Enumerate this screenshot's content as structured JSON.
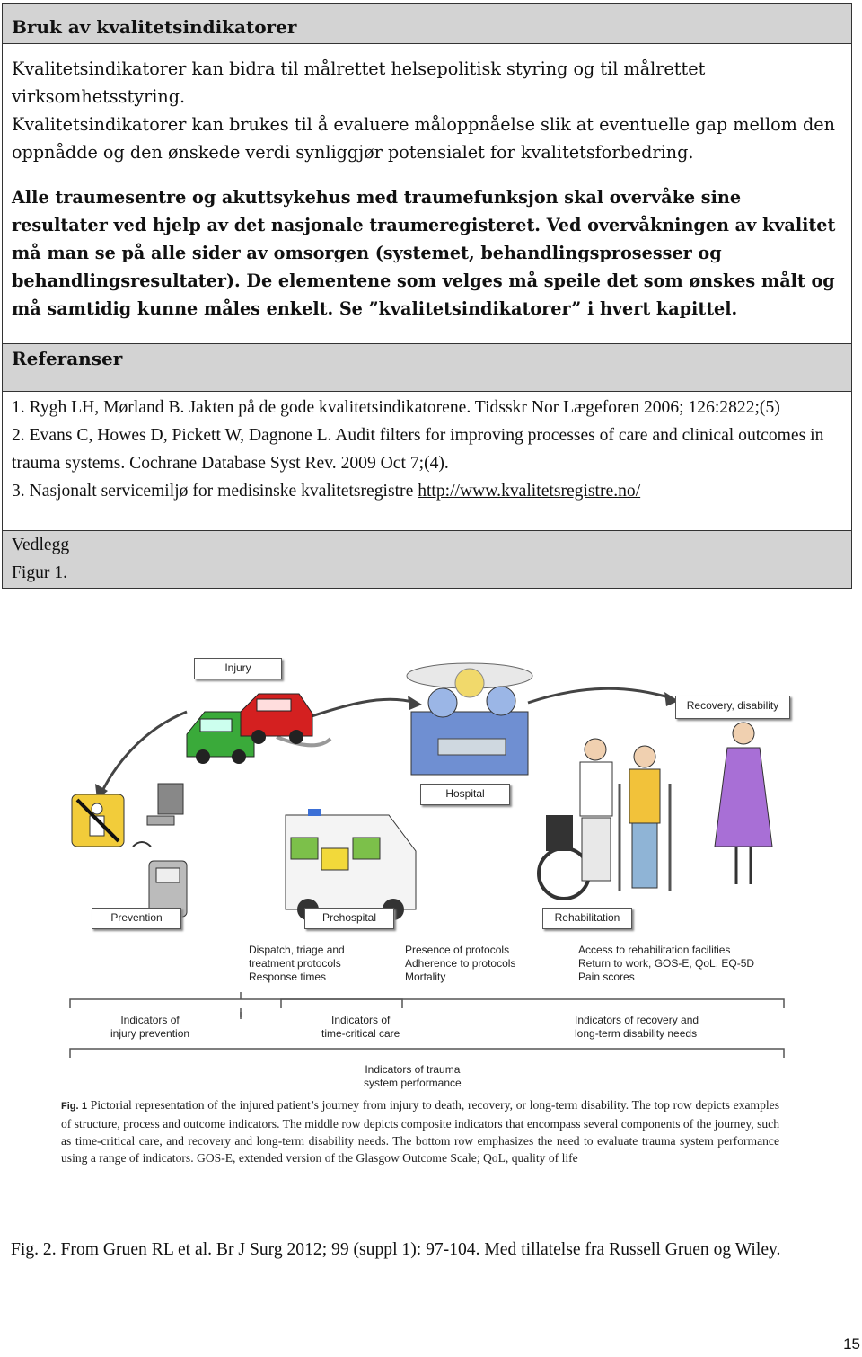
{
  "table": {
    "title": "Bruk av kvalitetsindikatorer",
    "p1": "Kvalitetsindikatorer kan bidra til målrettet helsepolitisk styring og til målrettet virksomhetsstyring.",
    "p2": "Kvalitetsindikatorer kan brukes til å evaluere måloppnåelse slik at eventuelle gap mellom den oppnådde og den ønskede verdi synliggjør potensialet for kvalitetsforbedring.",
    "p3": "Alle traumesentre og akuttsykehus med traumefunksjon skal overvåke sine resultater ved hjelp av det nasjonale traumeregisteret. Ved overvåkningen av kvalitet må man se på alle sider av omsorgen (systemet, behandlingsprosesser og behandlingsresultater). De elementene som velges må speile det som ønskes målt og må samtidig kunne måles enkelt.  Se ”kvalitetsindikatorer” i hvert kapittel.",
    "ref_title": "Referanser",
    "ref1": "1. Rygh LH, Mørland B. Jakten på de gode kvalitetsindikatorene. Tidsskr Nor Lægeforen 2006; 126:2822;(5)",
    "ref2": "2. Evans C, Howes D, Pickett W, Dagnone L. Audit filters for improving processes of care and clinical outcomes in trauma systems. Cochrane Database Syst Rev. 2009 Oct 7;(4).",
    "ref3_text": "3. Nasjonalt servicemiljø for medisinske kvalitetsregistre ",
    "ref3_link": "http://www.kvalitetsregistre.no/",
    "vedlegg": "Vedlegg",
    "figur": "Figur 1."
  },
  "figure": {
    "boxes": {
      "injury": "Injury",
      "hospital": "Hospital",
      "recovery": "Recovery, disability",
      "prevention": "Prevention",
      "prehospital": "Prehospital",
      "rehabilitation": "Rehabilitation"
    },
    "measures": {
      "prehospital": [
        "Dispatch, triage and",
        "treatment protocols",
        "Response times"
      ],
      "hospital": [
        "Presence of protocols",
        "Adherence to protocols",
        "Mortality"
      ],
      "rehab": [
        "Access to rehabilitation facilities",
        "Return to work, GOS-E, QoL, EQ-5D",
        "Pain scores"
      ]
    },
    "indicators": {
      "injury_prevention": [
        "Indicators of",
        "injury prevention"
      ],
      "time_critical": [
        "Indicators of",
        "time-critical care"
      ],
      "recovery": [
        "Indicators of recovery and",
        "long-term disability needs"
      ],
      "system": [
        "Indicators of trauma",
        "system performance"
      ]
    },
    "caption_label": "Fig. 1",
    "caption": "Pictorial representation of the injured patient’s journey from injury to death, recovery, or long-term disability. The top row depicts examples of structure, process and outcome indicators. The middle row depicts composite indicators that encompass several components of the journey, such as time-critical care, and recovery and long-term disability needs. The bottom row emphasizes the need to evaluate trauma system performance using a range of indicators. GOS-E, extended version of the Glasgow Outcome Scale; QoL, quality of life"
  },
  "fig_caption": "Fig. 2. From Gruen RL et al. Br J Surg 2012; 99 (suppl 1): 97-104. Med tillatelse fra Russell Gruen og Wiley.",
  "page_number": "15"
}
